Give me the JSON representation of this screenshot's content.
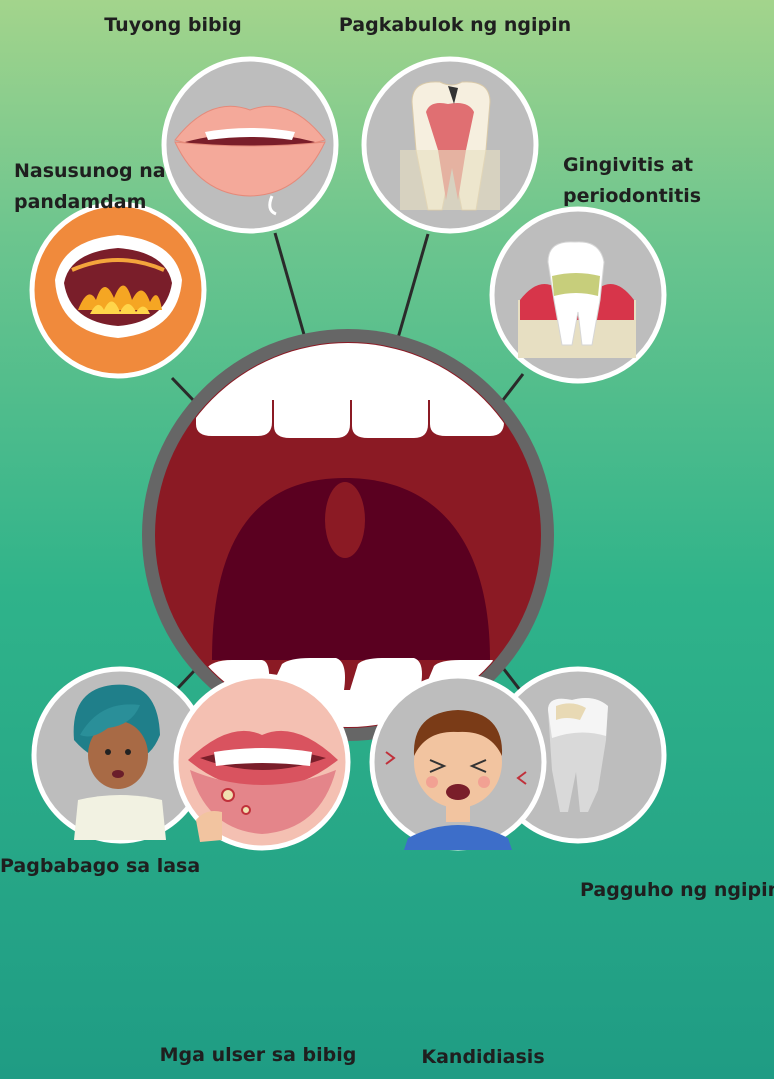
{
  "diagram": {
    "center": "open-mouth",
    "labels": {
      "dry_mouth": "Tuyong bibig",
      "tooth_decay": "Pagkabulok ng ngipin",
      "burning_line1": "Nasusunog na",
      "burning_line2": "pandamdam",
      "gingivitis_line1": "Gingivitis at",
      "gingivitis_line2": "periodontitis",
      "taste_change": "Pagbabago sa lasa",
      "tooth_breakage": "Pagguho ng ngipin",
      "mouth_ulcers": "Mga ulser sa bibig",
      "candidiasis": "Kandidiasis"
    },
    "colors": {
      "bg_top": "#a3d48c",
      "bg_bottom": "#1f9c84",
      "circle_fill": "#bdbdbd",
      "circle_ring": "#ffffff",
      "mouth_interior": "#8b1a24",
      "throat": "#5a0020"
    }
  }
}
